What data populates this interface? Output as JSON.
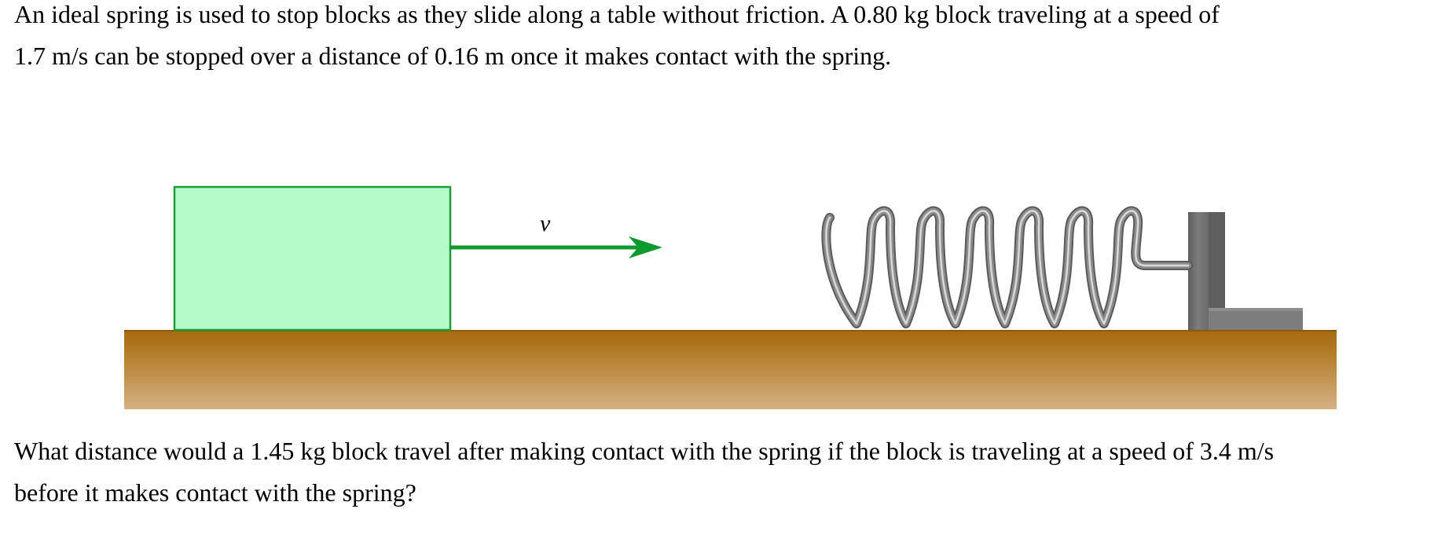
{
  "problem": {
    "intro_line_1": "An ideal spring is used to stop blocks as they slide along a table without friction. A 0.80 kg block traveling at a speed of",
    "intro_line_2": "1.7 m/s can be stopped over a distance of 0.16 m once it makes contact with the spring.",
    "question_line_1": "What distance would a 1.45 kg block travel after making contact with the spring if the block is traveling at a speed of 3.4 m/s",
    "question_line_2": "before it makes contact with the spring?"
  },
  "figure": {
    "velocity_label": "v",
    "colors": {
      "block_fill": "#b6fbca",
      "block_stroke": "#1f9b3c",
      "arrow": "#0f9a30",
      "table_top": "#a76b12",
      "table_bottom": "#d4b184",
      "spring": "#8c8c8c",
      "wall": "#777777"
    }
  }
}
